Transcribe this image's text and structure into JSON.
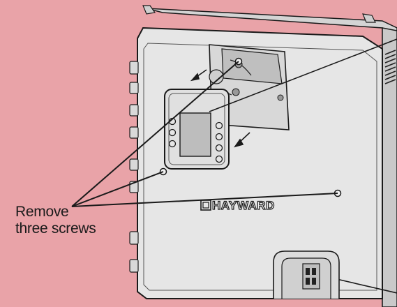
{
  "diagram": {
    "brand_logo": "HAYWARD",
    "callout": {
      "line1": "Remove",
      "line2": "three screws"
    }
  },
  "colors": {
    "background": "#e9a3a8",
    "enclosure": "#e6e6e6",
    "outline": "#1a1a1a"
  }
}
